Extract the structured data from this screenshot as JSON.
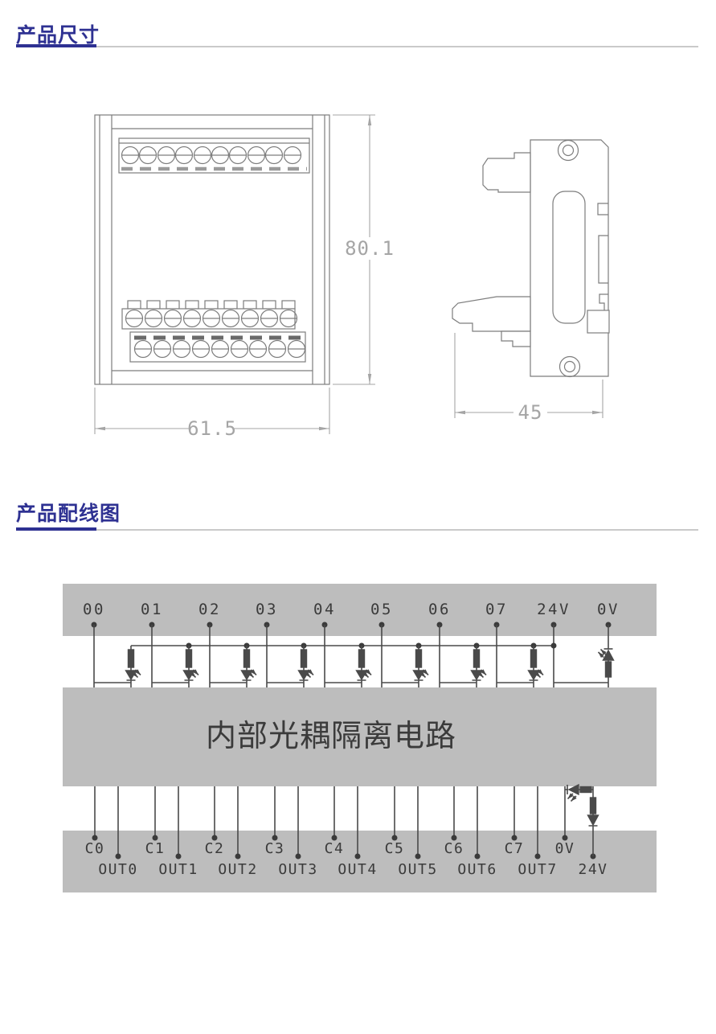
{
  "sections": {
    "dimensions": {
      "title": "产品尺寸"
    },
    "wiring": {
      "title": "产品配线图"
    }
  },
  "dimension_drawing": {
    "height_mm": "80.1",
    "width_mm": "61.5",
    "depth_mm": "45",
    "top_terminal_count": 10,
    "bottom_terminal_rows": [
      9,
      9
    ]
  },
  "wiring_diagram": {
    "top_terminals": [
      "00",
      "01",
      "02",
      "03",
      "04",
      "05",
      "06",
      "07",
      "24V",
      "0V"
    ],
    "isolation_block_label": "内部光耦隔离电路",
    "bottom_c_terminals": [
      "C0",
      "C1",
      "C2",
      "C3",
      "C4",
      "C5",
      "C6",
      "C7"
    ],
    "bottom_out_terminals": [
      "OUT0",
      "OUT1",
      "OUT2",
      "OUT3",
      "OUT4",
      "OUT5",
      "OUT6",
      "OUT7"
    ],
    "bottom_power_terminals": [
      "0V",
      "24V"
    ]
  },
  "colors": {
    "accent_blue": "#2e3192",
    "divider_gray": "#cacaca",
    "bus_bar_gray": "#bdbdbd",
    "wire_dark": "#4a4a4a",
    "drawing_line_gray": "#7d7d7d",
    "dimension_text_gray": "#a5a5a5"
  }
}
